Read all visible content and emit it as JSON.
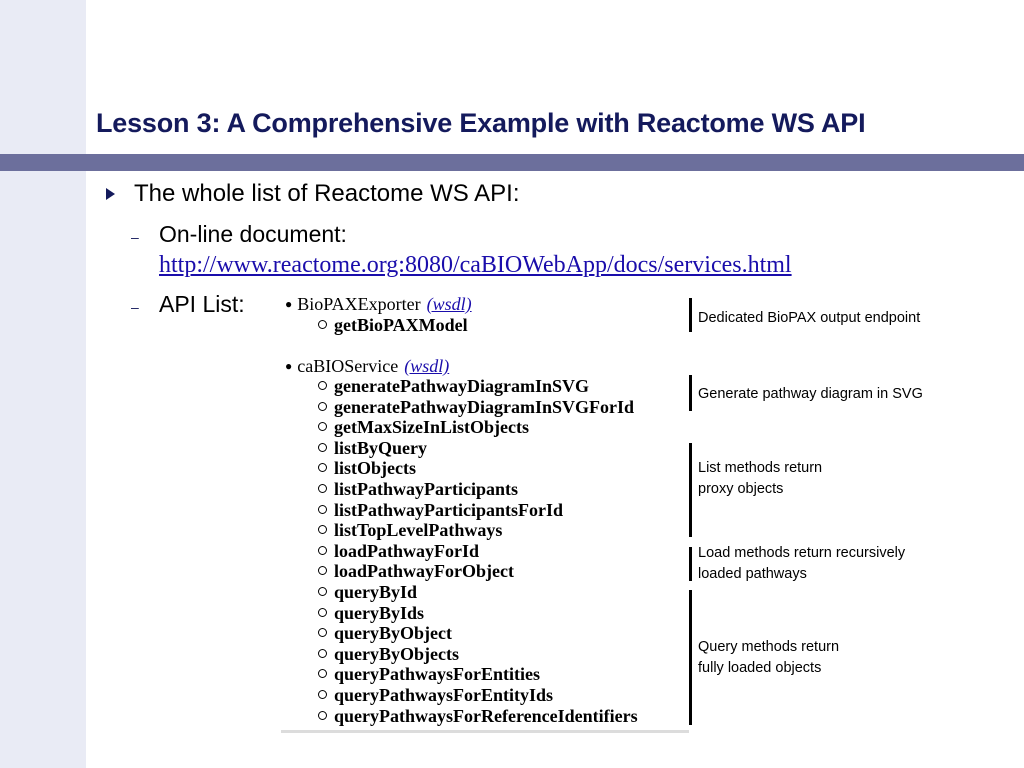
{
  "slide": {
    "title": "Lesson 3: A Comprehensive Example with Reactome WS API",
    "bullet": "The whole list of Reactome WS API:",
    "sub1_label": "On-line document:",
    "sub1_link": "http://www.reactome.org:8080/caBIOWebApp/docs/services.html",
    "sub2_label": "API List:",
    "dash": "–"
  },
  "api": {
    "exporter": {
      "name": "BioPAXExporter",
      "wsdl": "(wsdl)",
      "methods": [
        "getBioPAXModel"
      ]
    },
    "service": {
      "name": "caBIOService",
      "wsdl": "(wsdl)",
      "methods": [
        "generatePathwayDiagramInSVG",
        "generatePathwayDiagramInSVGForId",
        "getMaxSizeInListObjects",
        "listByQuery",
        "listObjects",
        "listPathwayParticipants",
        "listPathwayParticipantsForId",
        "listTopLevelPathways",
        "loadPathwayForId",
        "loadPathwayForObject",
        "queryById",
        "queryByIds",
        "queryByObject",
        "queryByObjects",
        "queryPathwaysForEntities",
        "queryPathwaysForEntityIds",
        "queryPathwaysForReferenceIdentifiers"
      ]
    }
  },
  "notes": [
    {
      "line1": "Dedicated BioPAX output endpoint",
      "line2": ""
    },
    {
      "line1": "Generate pathway diagram in SVG",
      "line2": ""
    },
    {
      "line1": "List methods return",
      "line2": "proxy objects"
    },
    {
      "line1": "Load methods return recursively",
      "line2": "loaded pathways"
    },
    {
      "line1": "Query methods return",
      "line2": "fully loaded objects"
    }
  ],
  "colors": {
    "title": "#141a5c",
    "title_bar": "#6c6f9c",
    "left_band": "#e9ebf5",
    "link": "#1a0dab"
  }
}
